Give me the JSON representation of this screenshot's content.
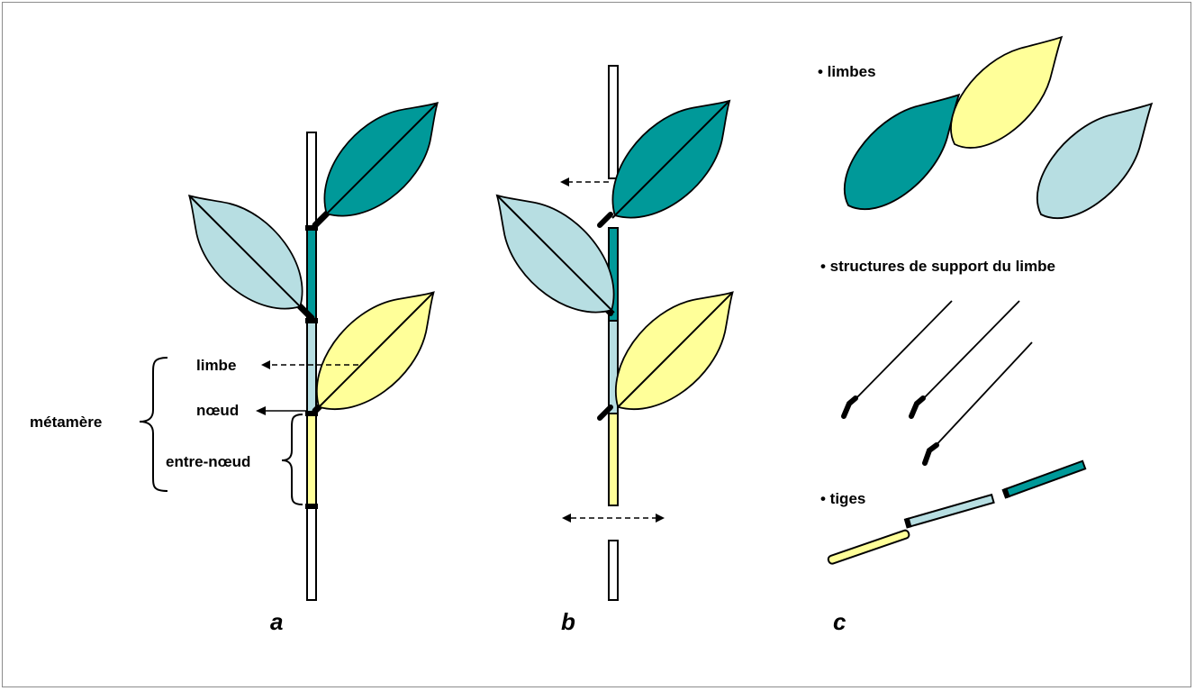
{
  "colors": {
    "teal": "#009999",
    "yellow": "#ffff99",
    "lightblue": "#b7dee2",
    "stroke": "#000000"
  },
  "panel_a": {
    "label": "a",
    "annotations": {
      "limbe": "limbe",
      "noeud": "nœud",
      "entre_noeud": "entre-nœud",
      "metamere": "métamère"
    }
  },
  "panel_b": {
    "label": "b"
  },
  "panel_c": {
    "label": "c",
    "limbes": "• limbes",
    "supports": "• structures de support du limbe",
    "tiges": "• tiges"
  }
}
